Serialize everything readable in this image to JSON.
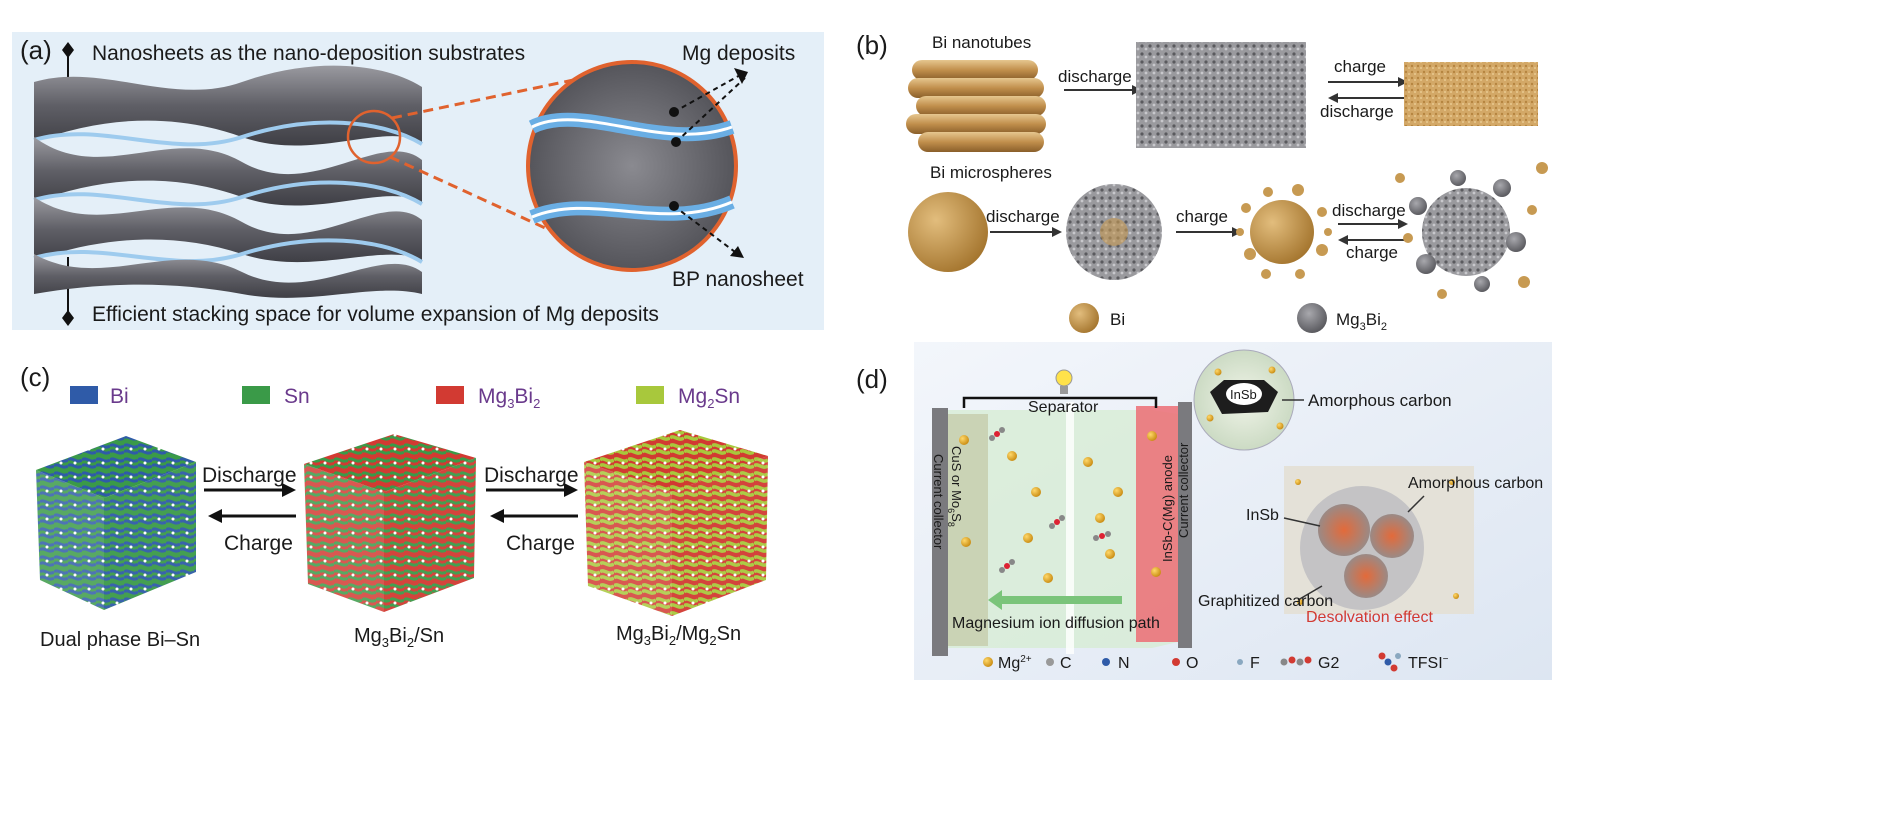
{
  "panel_a": {
    "label": "(a)",
    "top_text": "Nanosheets as the nano-deposition substrates",
    "bottom_text": "Efficient stacking space for volume expansion of Mg deposits",
    "callout_mg": "Mg deposits",
    "callout_bp": "BP nanosheet"
  },
  "panel_b": {
    "label": "(b)",
    "nanotubes_label": "Bi nanotubes",
    "microspheres_label": "Bi microspheres",
    "row1": {
      "discharge": "discharge",
      "charge": "charge",
      "discharge2": "discharge"
    },
    "row2": {
      "discharge": "discharge",
      "charge": "charge",
      "discharge2": "discharge",
      "charge2": "charge"
    },
    "legend_bi": "Bi",
    "legend_mg3bi2_main": "Mg",
    "legend_mg3bi2_sub1": "3",
    "legend_mg3bi2_mid": "Bi",
    "legend_mg3bi2_sub2": "2",
    "colors": {
      "bi": "#c79a52",
      "mg3bi2": "#77777c"
    }
  },
  "panel_c": {
    "label": "(c)",
    "legend": {
      "bi": "Bi",
      "sn": "Sn",
      "mg_a": "Mg",
      "sub3": "3",
      "bi_b": "Bi",
      "sub2": "2",
      "mg2sn_a": "Mg",
      "mg2sn_sub": "2",
      "mg2sn_b": "Sn"
    },
    "arrow1_top": "Discharge",
    "arrow1_bottom": "Charge",
    "arrow2_top": "Discharge",
    "arrow2_bottom": "Charge",
    "cube1_caption": "Dual phase Bi–Sn",
    "cube2_caption": {
      "a": "Mg",
      "s1": "3",
      "b": "Bi",
      "s2": "2",
      "c": "/Sn"
    },
    "cube3_caption": {
      "a": "Mg",
      "s1": "3",
      "b": "Bi",
      "s2": "2",
      "c": "/Mg",
      "s3": "2",
      "d": "Sn"
    },
    "colors": {
      "bi": "#2f5ba8",
      "sn": "#3a9a48",
      "mg3bi2": "#d23a32",
      "mg2sn": "#a8c83c"
    }
  },
  "panel_d": {
    "label": "(d)",
    "separator": "Separator",
    "cathode": {
      "a": "CuS or Mo",
      "s1": "6",
      "b": "S",
      "s2": "8"
    },
    "cathode_collector": "Current collector",
    "anode": "InSb-C(Mg) anode",
    "anode_collector": "Current collector",
    "path": "Magnesium ion diffusion path",
    "insb_small": "InSb",
    "amorph_top": "Amorphous carbon",
    "amorph_right": "Amorphous carbon",
    "insb_big": "InSb",
    "graphitized": "Graphitized carbon",
    "desolvation": "Desolvation effect",
    "legend": {
      "mg": "Mg",
      "mg_sup": "2+",
      "c": "C",
      "n": "N",
      "o": "O",
      "f": "F",
      "g2": "G2",
      "tfsi": "TFSI",
      "tfsi_sup": "−"
    }
  }
}
